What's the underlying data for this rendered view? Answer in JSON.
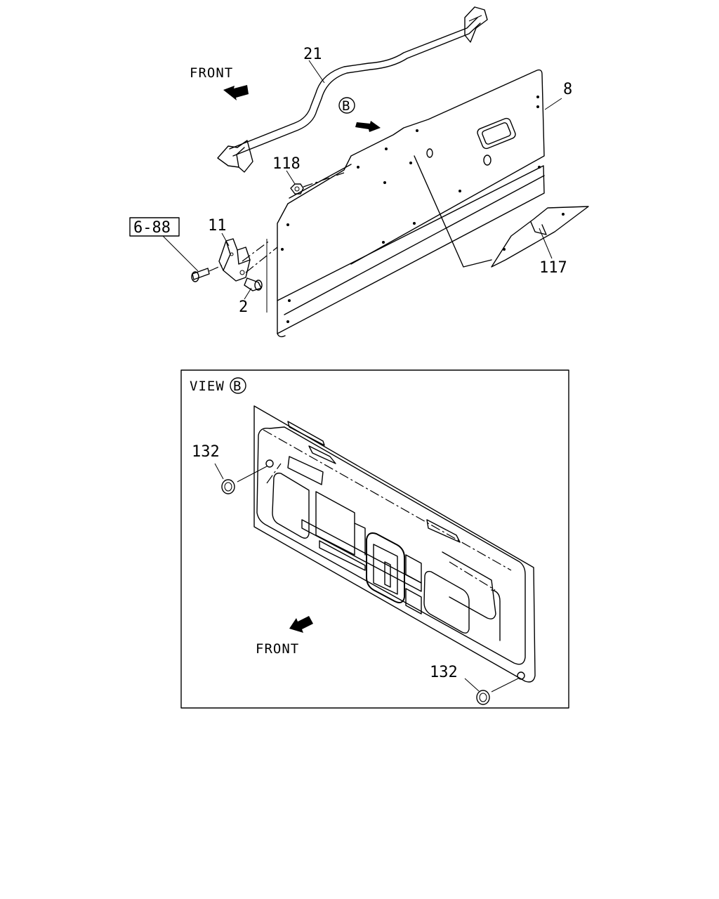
{
  "upper_view": {
    "front_label": "FRONT",
    "view_ref": "B",
    "callouts": {
      "part_21": "21",
      "part_8": "8",
      "part_118": "118",
      "part_11": "11",
      "part_2": "2",
      "part_117": "117",
      "ref_box": "6-88"
    }
  },
  "detail_view": {
    "title_prefix": "VIEW",
    "title_ref": "B",
    "front_label": "FRONT",
    "callouts": {
      "grommet_upper": "132",
      "grommet_lower": "132"
    }
  },
  "icons": {
    "front_arrow_upper": "arrow-left-icon",
    "view_arrow": "arrow-right-icon",
    "front_arrow_detail": "arrow-down-left-icon"
  }
}
